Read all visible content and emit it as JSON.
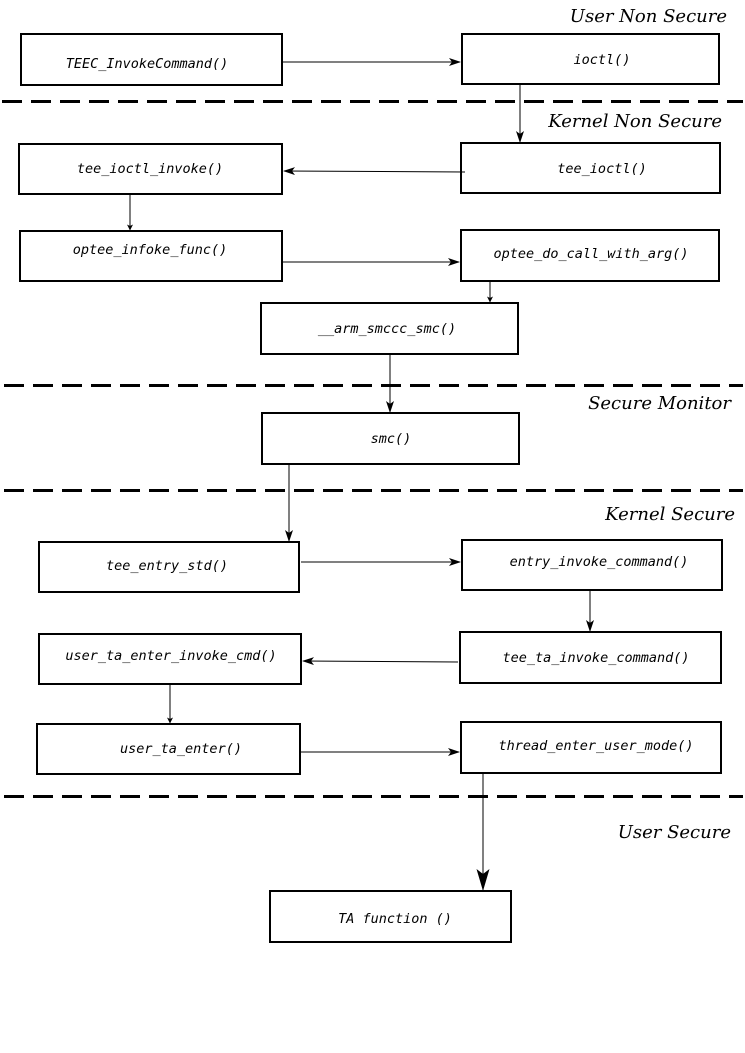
{
  "regions": {
    "user_non_secure": "User Non Secure",
    "kernel_non_secure": "Kernel Non Secure",
    "secure_monitor": "Secure Monitor",
    "kernel_secure": "Kernel Secure",
    "user_secure": "User Secure"
  },
  "functions": {
    "teec_invoke_command": "TEEC_InvokeCommand()",
    "ioctl": "ioctl()",
    "tee_ioctl_invoke": "tee_ioctl_invoke()",
    "tee_ioctl": "tee_ioctl()",
    "optee_infoke_func": "optee_infoke_func()",
    "optee_do_call_with_arg": "optee_do_call_with_arg()",
    "arm_smccc_smc": "__arm_smccc_smc()",
    "smc": "smc()",
    "tee_entry_std": "tee_entry_std()",
    "entry_invoke_command": "entry_invoke_command()",
    "user_ta_enter_invoke_cmd": "user_ta_enter_invoke_cmd()",
    "tee_ta_invoke_command": "tee_ta_invoke_command()",
    "user_ta_enter": "user_ta_enter()",
    "thread_enter_user_mode": "thread_enter_user_mode()",
    "ta_function": "TA function ()"
  }
}
